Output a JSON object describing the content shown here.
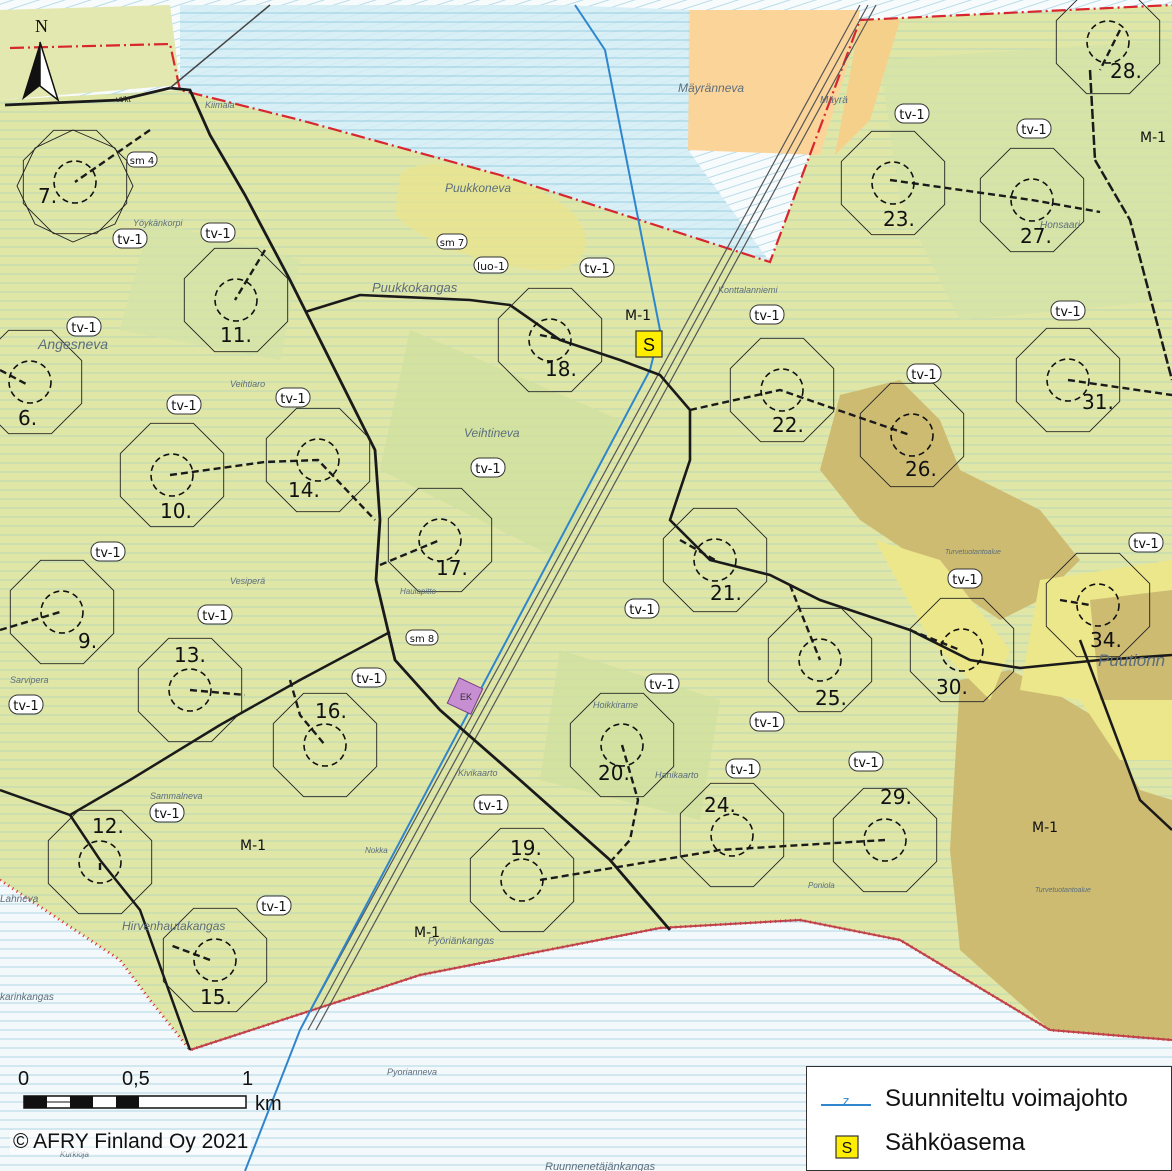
{
  "map": {
    "north_label": "N",
    "place_names": {
      "mayranneva": "Mäyränneva",
      "mayra": "Mäyrä",
      "kiimala": "Kiimala",
      "puukkoneva": "Puukkoneva",
      "puukkokangas": "Puukkokangas",
      "yoykankorpi": "Yöykänkorpi",
      "konttalanniemi": "Konttalanniemi",
      "angesneva": "Angesneva",
      "veihtiaro": "Veihtiaro",
      "veihtineva": "Veihtineva",
      "vesipera": "Vesiperä",
      "haulapitto": "Haulapitto",
      "sarvipera": "Sarvipera",
      "sammalneva": "Sammalneva",
      "kivikaarto": "Kivikaarto",
      "hoikkirame": "Hoikkirame",
      "hanikaarto": "Hanikaarto",
      "nokka": "Nokka",
      "poniola": "Poniola",
      "hirvenhautakangas": "Hirvenhautakangas",
      "pyoriankangas": "Pyöriänkangas",
      "karinkangas": "karinkangas",
      "lahneva": "Lahneva",
      "pyorianneva": "Pyorianneva",
      "ruunnenetajankangas": "Ruunnenetäjänkangas",
      "puutionneva": "Puutionn",
      "turvetuotanto_1": "Turvetuotantoalue",
      "turvetuotanto_2": "Turvetuotantoalue",
      "kurkioja": "Kurkioja",
      "vt_kt": "vt/kt",
      "honsaari": "Honsaari"
    },
    "zone_labels": {
      "tv1": "tv-1",
      "m1": "M-1",
      "luo1": "luo-1",
      "sm4": "sm 4",
      "sm7": "sm 7",
      "sm8": "sm 8",
      "ek": "EK"
    },
    "substation_symbol": "S",
    "turbines": [
      "6.",
      "7.",
      "9.",
      "10.",
      "11.",
      "12.",
      "13.",
      "14.",
      "15.",
      "16.",
      "17.",
      "18.",
      "19.",
      "20.",
      "21.",
      "22.",
      "23.",
      "24.",
      "25.",
      "26.",
      "27.",
      "28.",
      "29.",
      "30.",
      "31.",
      "34."
    ]
  },
  "scale_bar": {
    "label_0": "0",
    "label_mid": "0,5",
    "label_1": "1",
    "unit": "km"
  },
  "copyright": "© AFRY Finland Oy 2021",
  "legend": {
    "items": [
      {
        "label": "Suunniteltu voimajohto",
        "symbol": "planned-power-line"
      },
      {
        "label": "Sähköasema",
        "symbol": "substation"
      }
    ]
  },
  "colors": {
    "forest": "#dfe6a6",
    "wetland": "#c4e4ee",
    "peat_production": "#cdbb72",
    "agriculture": "#fbd49a",
    "bright_yellow": "#ece78a",
    "power_line": "#2f86cc",
    "boundary": "#d8262f",
    "substation": "#ffee00"
  }
}
